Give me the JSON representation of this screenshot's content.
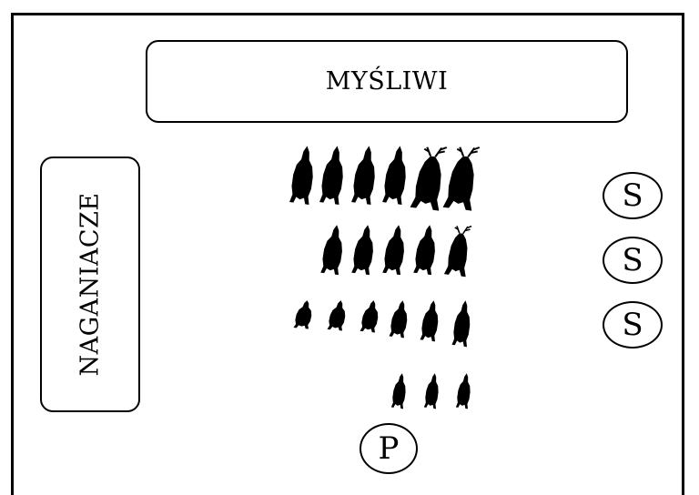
{
  "labels": {
    "hunters": "MYŚLIWI",
    "beaters": "NAGANIACZE"
  },
  "markers": {
    "shooters": [
      "S",
      "S",
      "S"
    ],
    "p": "P"
  },
  "icons": {
    "row1": [
      "boar-icon",
      "boar-icon",
      "boar-icon",
      "boar-icon",
      "stag-icon",
      "stag-icon"
    ],
    "row2": [
      "boar-icon",
      "boar-icon",
      "boar-icon",
      "boar-icon",
      "stag-icon"
    ],
    "row3": [
      "boar-icon",
      "boar-icon",
      "boar-icon",
      "boar-icon",
      "boar-icon",
      "boar-icon"
    ],
    "row4": [
      "piglet-icon",
      "piglet-icon",
      "piglet-icon"
    ]
  },
  "colors": {
    "stroke": "#000000",
    "fill": "#000000",
    "background": "#ffffff"
  }
}
